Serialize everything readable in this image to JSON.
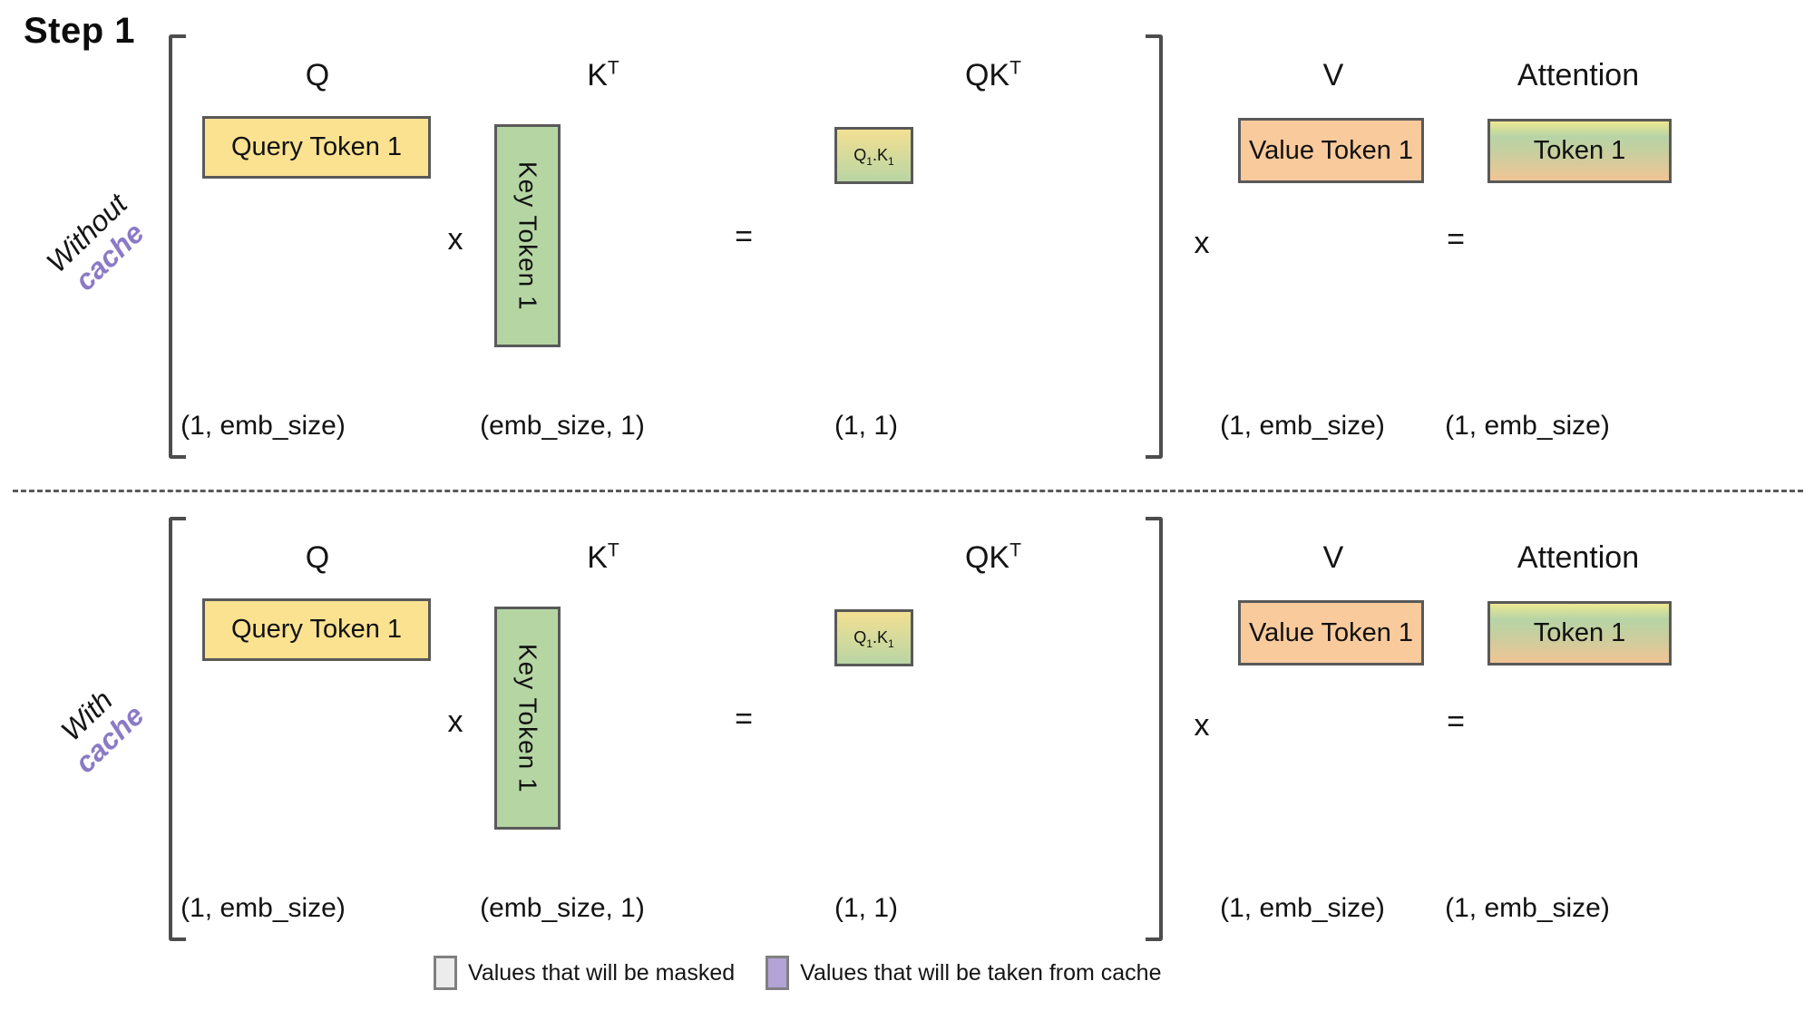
{
  "title": "Step 1",
  "rows": [
    {
      "prefix": "Without",
      "accent": "cache"
    },
    {
      "prefix": "With",
      "accent": "cache"
    }
  ],
  "columns": {
    "q": "Q",
    "kt_base": "K",
    "kt_sup": "T",
    "qkt_base": "QK",
    "qkt_sup": "T",
    "v": "V",
    "attention": "Attention"
  },
  "boxes": {
    "query": "Query Token 1",
    "key": "Key Token 1",
    "qk_parts": {
      "p1": "Q",
      "s1": "1",
      "mid": ".",
      "p2": "K",
      "s2": "1"
    },
    "value": "Value Token 1",
    "attention": "Token 1"
  },
  "operators": {
    "multiply": "x",
    "equals": "="
  },
  "dims": [
    "(1, emb_size)",
    "(emb_size, 1)",
    "(1, 1)",
    "(1, emb_size)",
    "(1, emb_size)"
  ],
  "legend": {
    "items": [
      {
        "label": "Values that will be masked",
        "swatch_color": "#ececec"
      },
      {
        "label": "Values that will be taken from cache",
        "swatch_color": "#b3a3d6"
      }
    ]
  },
  "colors": {
    "accent_purple_text": "#8b7ac6",
    "box_yellow": "#fbe291",
    "box_green": "#b5d6a3",
    "box_orange": "#f9ca9c",
    "qk_gradient_top": "#f3e092",
    "qk_gradient_bottom": "#b9d5a4",
    "attention_gradient": [
      "#ece892",
      "#b7d4a6",
      "#c9ce9e",
      "#f0c595"
    ],
    "box_border": "#595959",
    "bracket_gray": "#4d4d4d",
    "divider_gray": "#5a5a5a"
  }
}
